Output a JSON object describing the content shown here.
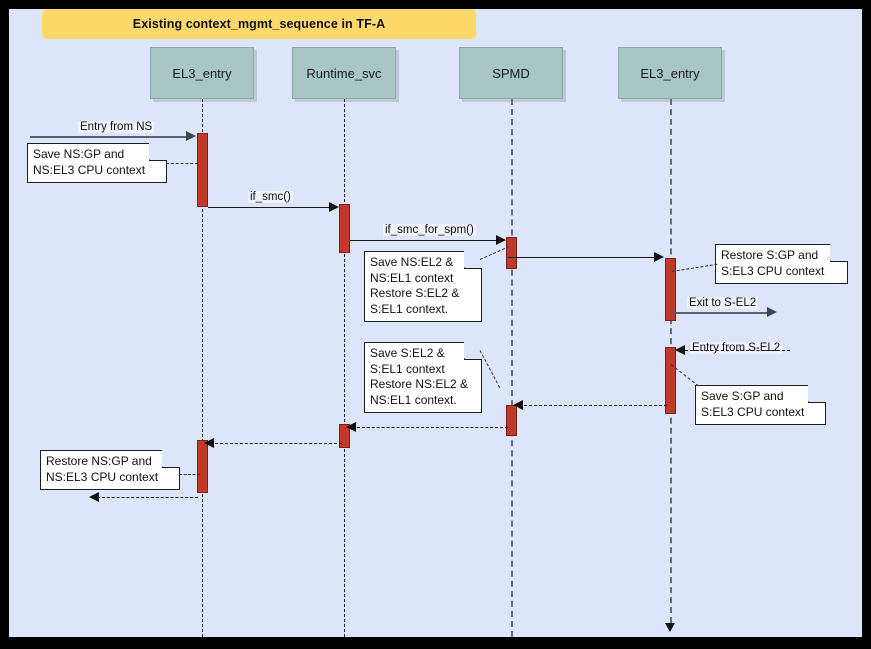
{
  "diagram": {
    "title": "Existing context_mgmt_sequence in TF-A",
    "type": "uml-sequence-diagram",
    "colors": {
      "canvas_background": "#dde5fa",
      "frame_border": "#000000",
      "title_banner": "#ffd86b",
      "lifeline_head": "#a8c6c4",
      "activation_bar": "#c0392b",
      "note_background": "#ffffff",
      "arrow": "#111111"
    }
  },
  "lifelines": [
    {
      "id": "el3_entry_left",
      "label": "EL3_entry"
    },
    {
      "id": "runtime_svc",
      "label": "Runtime_svc"
    },
    {
      "id": "spmd",
      "label": "SPMD"
    },
    {
      "id": "el3_entry_right",
      "label": "EL3_entry"
    }
  ],
  "messages": [
    {
      "id": "m1",
      "label": "Entry from NS",
      "from": "external",
      "to": "el3_entry_left",
      "style": "solid-gray"
    },
    {
      "id": "m2",
      "label": "if_smc()",
      "from": "el3_entry_left",
      "to": "runtime_svc",
      "style": "solid"
    },
    {
      "id": "m3",
      "label": "if_smc_for_spm()",
      "from": "runtime_svc",
      "to": "spmd",
      "style": "solid"
    },
    {
      "id": "m4",
      "label": "",
      "from": "spmd",
      "to": "el3_entry_right",
      "style": "solid"
    },
    {
      "id": "m5",
      "label": "Exit to S-EL2",
      "from": "el3_entry_right",
      "to": "external",
      "style": "solid-gray"
    },
    {
      "id": "m6",
      "label": "Entry from S-EL2",
      "from": "external",
      "to": "el3_entry_right",
      "style": "dashed"
    },
    {
      "id": "m7",
      "label": "",
      "from": "el3_entry_right",
      "to": "spmd",
      "style": "dashed"
    },
    {
      "id": "m8",
      "label": "",
      "from": "spmd",
      "to": "runtime_svc",
      "style": "dashed"
    },
    {
      "id": "m9",
      "label": "",
      "from": "runtime_svc",
      "to": "el3_entry_left",
      "style": "dashed"
    },
    {
      "id": "m10",
      "label": "",
      "from": "el3_entry_left",
      "to": "external",
      "style": "dashed"
    }
  ],
  "notes": [
    {
      "id": "note-save-ns-gp",
      "lines": [
        "Save NS:GP and",
        "NS:EL3 CPU context"
      ],
      "attached_to": "el3_entry_left"
    },
    {
      "id": "note-save-ns-el2",
      "lines": [
        "Save NS:EL2 &",
        "NS:EL1 context",
        "Restore S:EL2 &",
        "S:EL1 context."
      ],
      "attached_to": "spmd"
    },
    {
      "id": "note-restore-s-gp",
      "lines": [
        "Restore S:GP and",
        "S:EL3 CPU context"
      ],
      "attached_to": "el3_entry_right"
    },
    {
      "id": "note-save-s-el2",
      "lines": [
        "Save S:EL2 &",
        "S:EL1 context",
        "Restore NS:EL2 &",
        "NS:EL1 context."
      ],
      "attached_to": "spmd"
    },
    {
      "id": "note-save-s-gp",
      "lines": [
        "Save S:GP and",
        "S:EL3 CPU context"
      ],
      "attached_to": "el3_entry_right"
    },
    {
      "id": "note-restore-ns-gp",
      "lines": [
        "Restore NS:GP and",
        "NS:EL3 CPU context"
      ],
      "attached_to": "el3_entry_left"
    }
  ]
}
